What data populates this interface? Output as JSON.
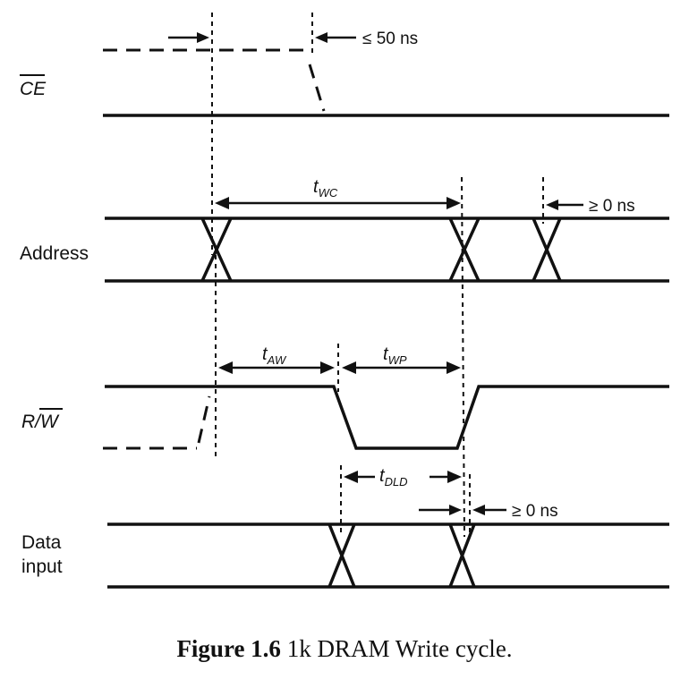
{
  "signals": {
    "ce": "CE",
    "address": "Address",
    "rw_prefix": "R/",
    "rw_bar": "W",
    "data_line1": "Data",
    "data_line2": "input"
  },
  "timing": {
    "twc_main": "t",
    "twc_sub": "WC",
    "taw_main": "t",
    "taw_sub": "AW",
    "twp_main": "t",
    "twp_sub": "WP",
    "tdld_main": "t",
    "tdld_sub": "DLD",
    "ce_skew": "≤ 50 ns",
    "addr_hold": "≥ 0 ns",
    "data_hold": "≥ 0 ns"
  },
  "caption": {
    "figure_number": "Figure 1.6",
    "text": "1k DRAM Write cycle."
  }
}
